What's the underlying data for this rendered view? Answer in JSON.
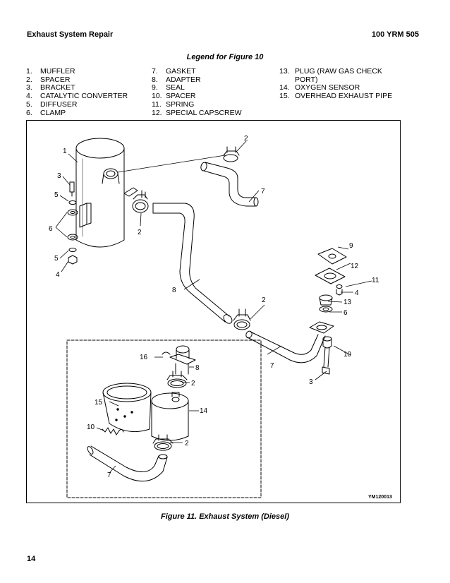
{
  "header": {
    "left": "Exhaust System Repair",
    "right": "100 YRM 505"
  },
  "legend": {
    "title": "Legend for Figure 10",
    "items": [
      {
        "num": "1.",
        "label": "MUFFLER"
      },
      {
        "num": "2.",
        "label": "SPACER"
      },
      {
        "num": "3.",
        "label": "BRACKET"
      },
      {
        "num": "4.",
        "label": "CATALYTIC CONVERTER"
      },
      {
        "num": "5.",
        "label": "DIFFUSER"
      },
      {
        "num": "6.",
        "label": "CLAMP"
      },
      {
        "num": "7.",
        "label": "GASKET"
      },
      {
        "num": "8.",
        "label": "ADAPTER"
      },
      {
        "num": "9.",
        "label": "SEAL"
      },
      {
        "num": "10.",
        "label": "SPACER"
      },
      {
        "num": "11.",
        "label": "SPRING"
      },
      {
        "num": "12.",
        "label": "SPECIAL CAPSCREW"
      },
      {
        "num": "13.",
        "label": "PLUG (RAW GAS CHECK",
        "cont": "PORT)"
      },
      {
        "num": "14.",
        "label": "OXYGEN SENSOR"
      },
      {
        "num": "15.",
        "label": "OVERHEAD EXHAUST PIPE"
      }
    ]
  },
  "figure": {
    "code": "YM120013",
    "caption": "Figure 11. Exhaust System (Diesel)",
    "callouts": [
      "1",
      "3",
      "5",
      "6",
      "5",
      "4",
      "2",
      "2",
      "7",
      "8",
      "2",
      "7",
      "9",
      "12",
      "11",
      "4",
      "13",
      "6",
      "10",
      "3",
      "16",
      "8",
      "2",
      "15",
      "14",
      "10",
      "2",
      "7"
    ]
  },
  "footer": {
    "page": "14"
  }
}
